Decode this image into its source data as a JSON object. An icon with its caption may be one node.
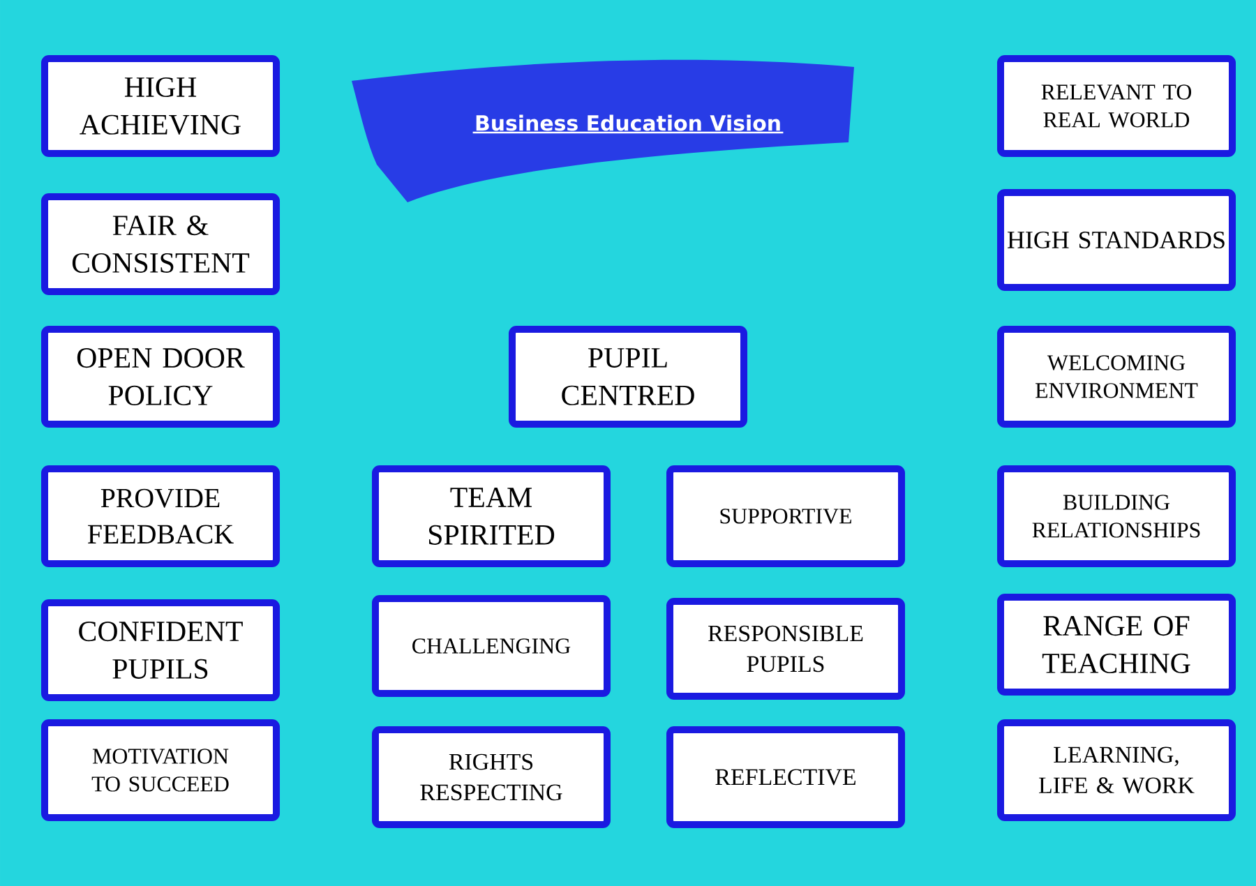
{
  "diagram": {
    "title": "Business Education Vision",
    "nodes": [
      {
        "text": [
          "HIGH ACHIEVING"
        ]
      },
      {
        "text": [
          "RELEVANT TO REAL WORLD"
        ]
      },
      {
        "text": [
          "FAIR & CONSISTENT"
        ]
      },
      {
        "text": [
          "HIGH STANDARDS"
        ]
      },
      {
        "text": [
          "OPEN DOOR POLICY"
        ]
      },
      {
        "text": [
          "PUPIL CENTRED"
        ]
      },
      {
        "text": [
          "WELCOMING ENVIRONMENT"
        ]
      },
      {
        "text": [
          "PROVIDE FEEDBACK"
        ]
      },
      {
        "text": [
          "TEAM SPIRITED"
        ]
      },
      {
        "text": [
          "SUPPORTIVE"
        ]
      },
      {
        "text": [
          "BUILDING RELATIONSHIPS"
        ]
      },
      {
        "text": [
          "CONFIDENT PUPILS"
        ]
      },
      {
        "text": [
          "CHALLENGING"
        ]
      },
      {
        "text": [
          "RESPONSIBLE PUPILS"
        ]
      },
      {
        "text": [
          "RANGE OF TEACHING"
        ]
      },
      {
        "text": [
          "MOTIVATION TO SUCCEED"
        ]
      },
      {
        "text": [
          "RIGHTS RESPECTING"
        ]
      },
      {
        "text": [
          "REFLECTIVE"
        ]
      },
      {
        "text": [
          "LEARNING, LIFE & WORK"
        ]
      }
    ]
  }
}
